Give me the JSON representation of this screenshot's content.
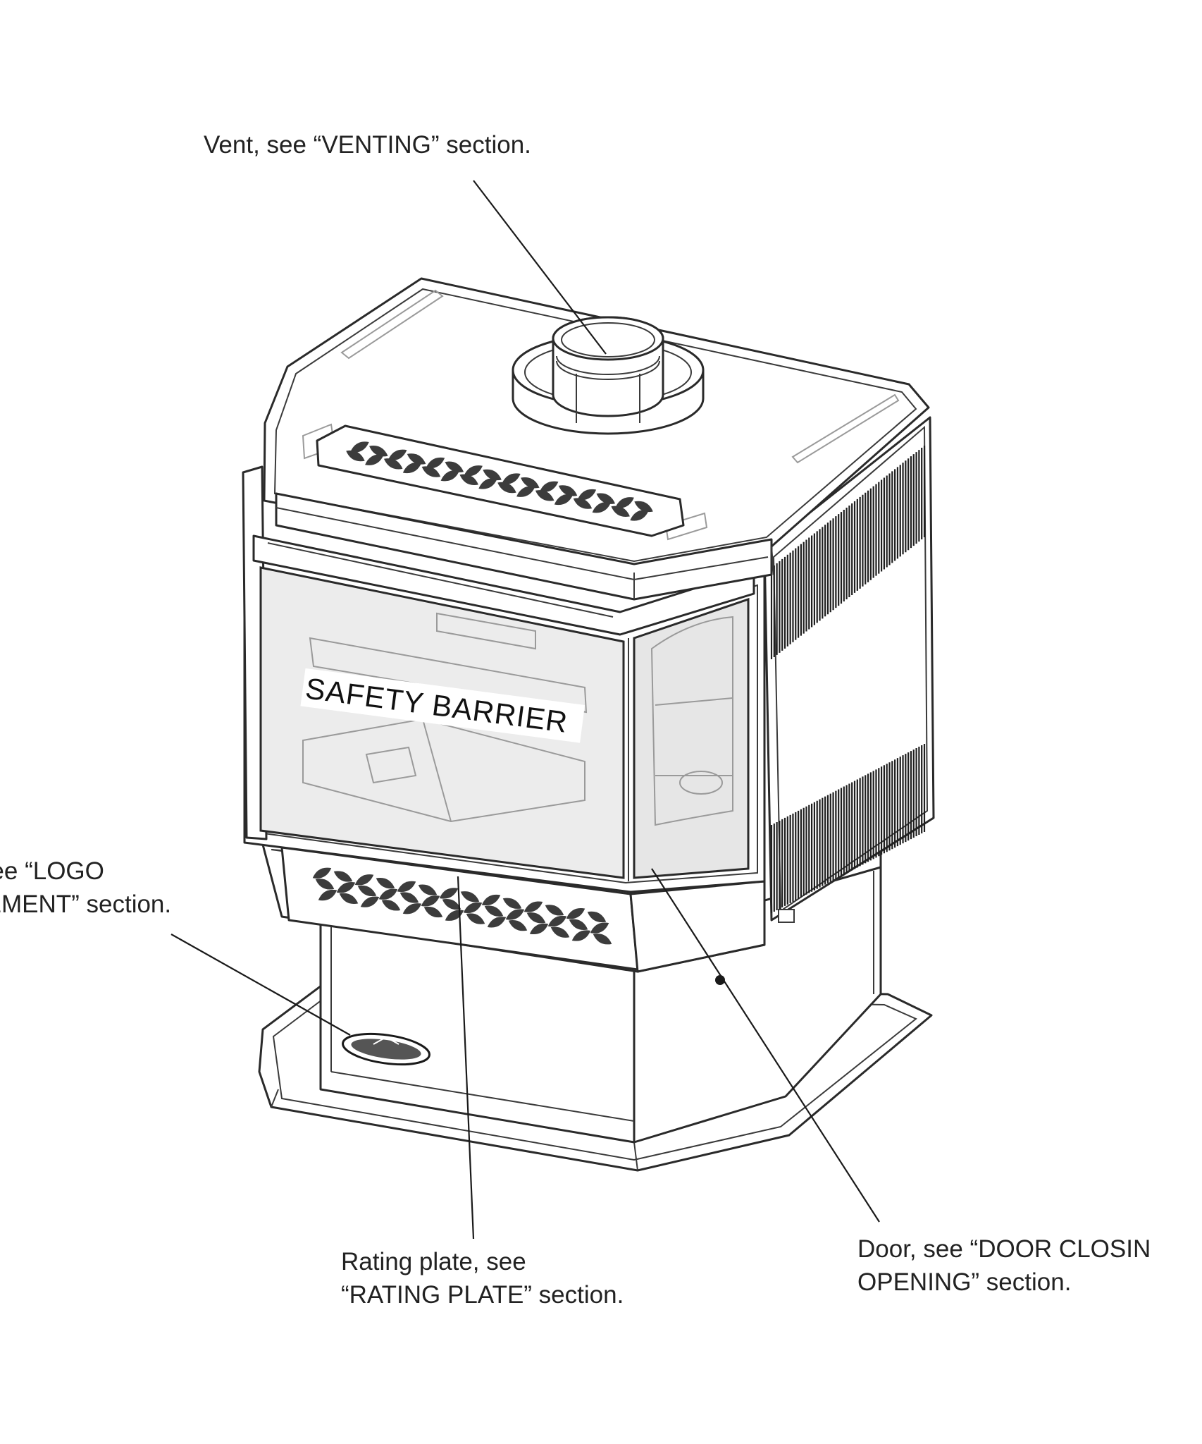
{
  "labels": {
    "vent": [
      "Vent, see “VENTING” section."
    ],
    "logo": [
      "o, see “LOGO",
      "ACEMENT” section."
    ],
    "rating": [
      "Rating plate, see",
      "“RATING PLATE” section."
    ],
    "door": [
      "Door, see “DOOR CLOSIN",
      "OPENING” section."
    ],
    "safety_barrier": "SAFETY BARRIER"
  }
}
